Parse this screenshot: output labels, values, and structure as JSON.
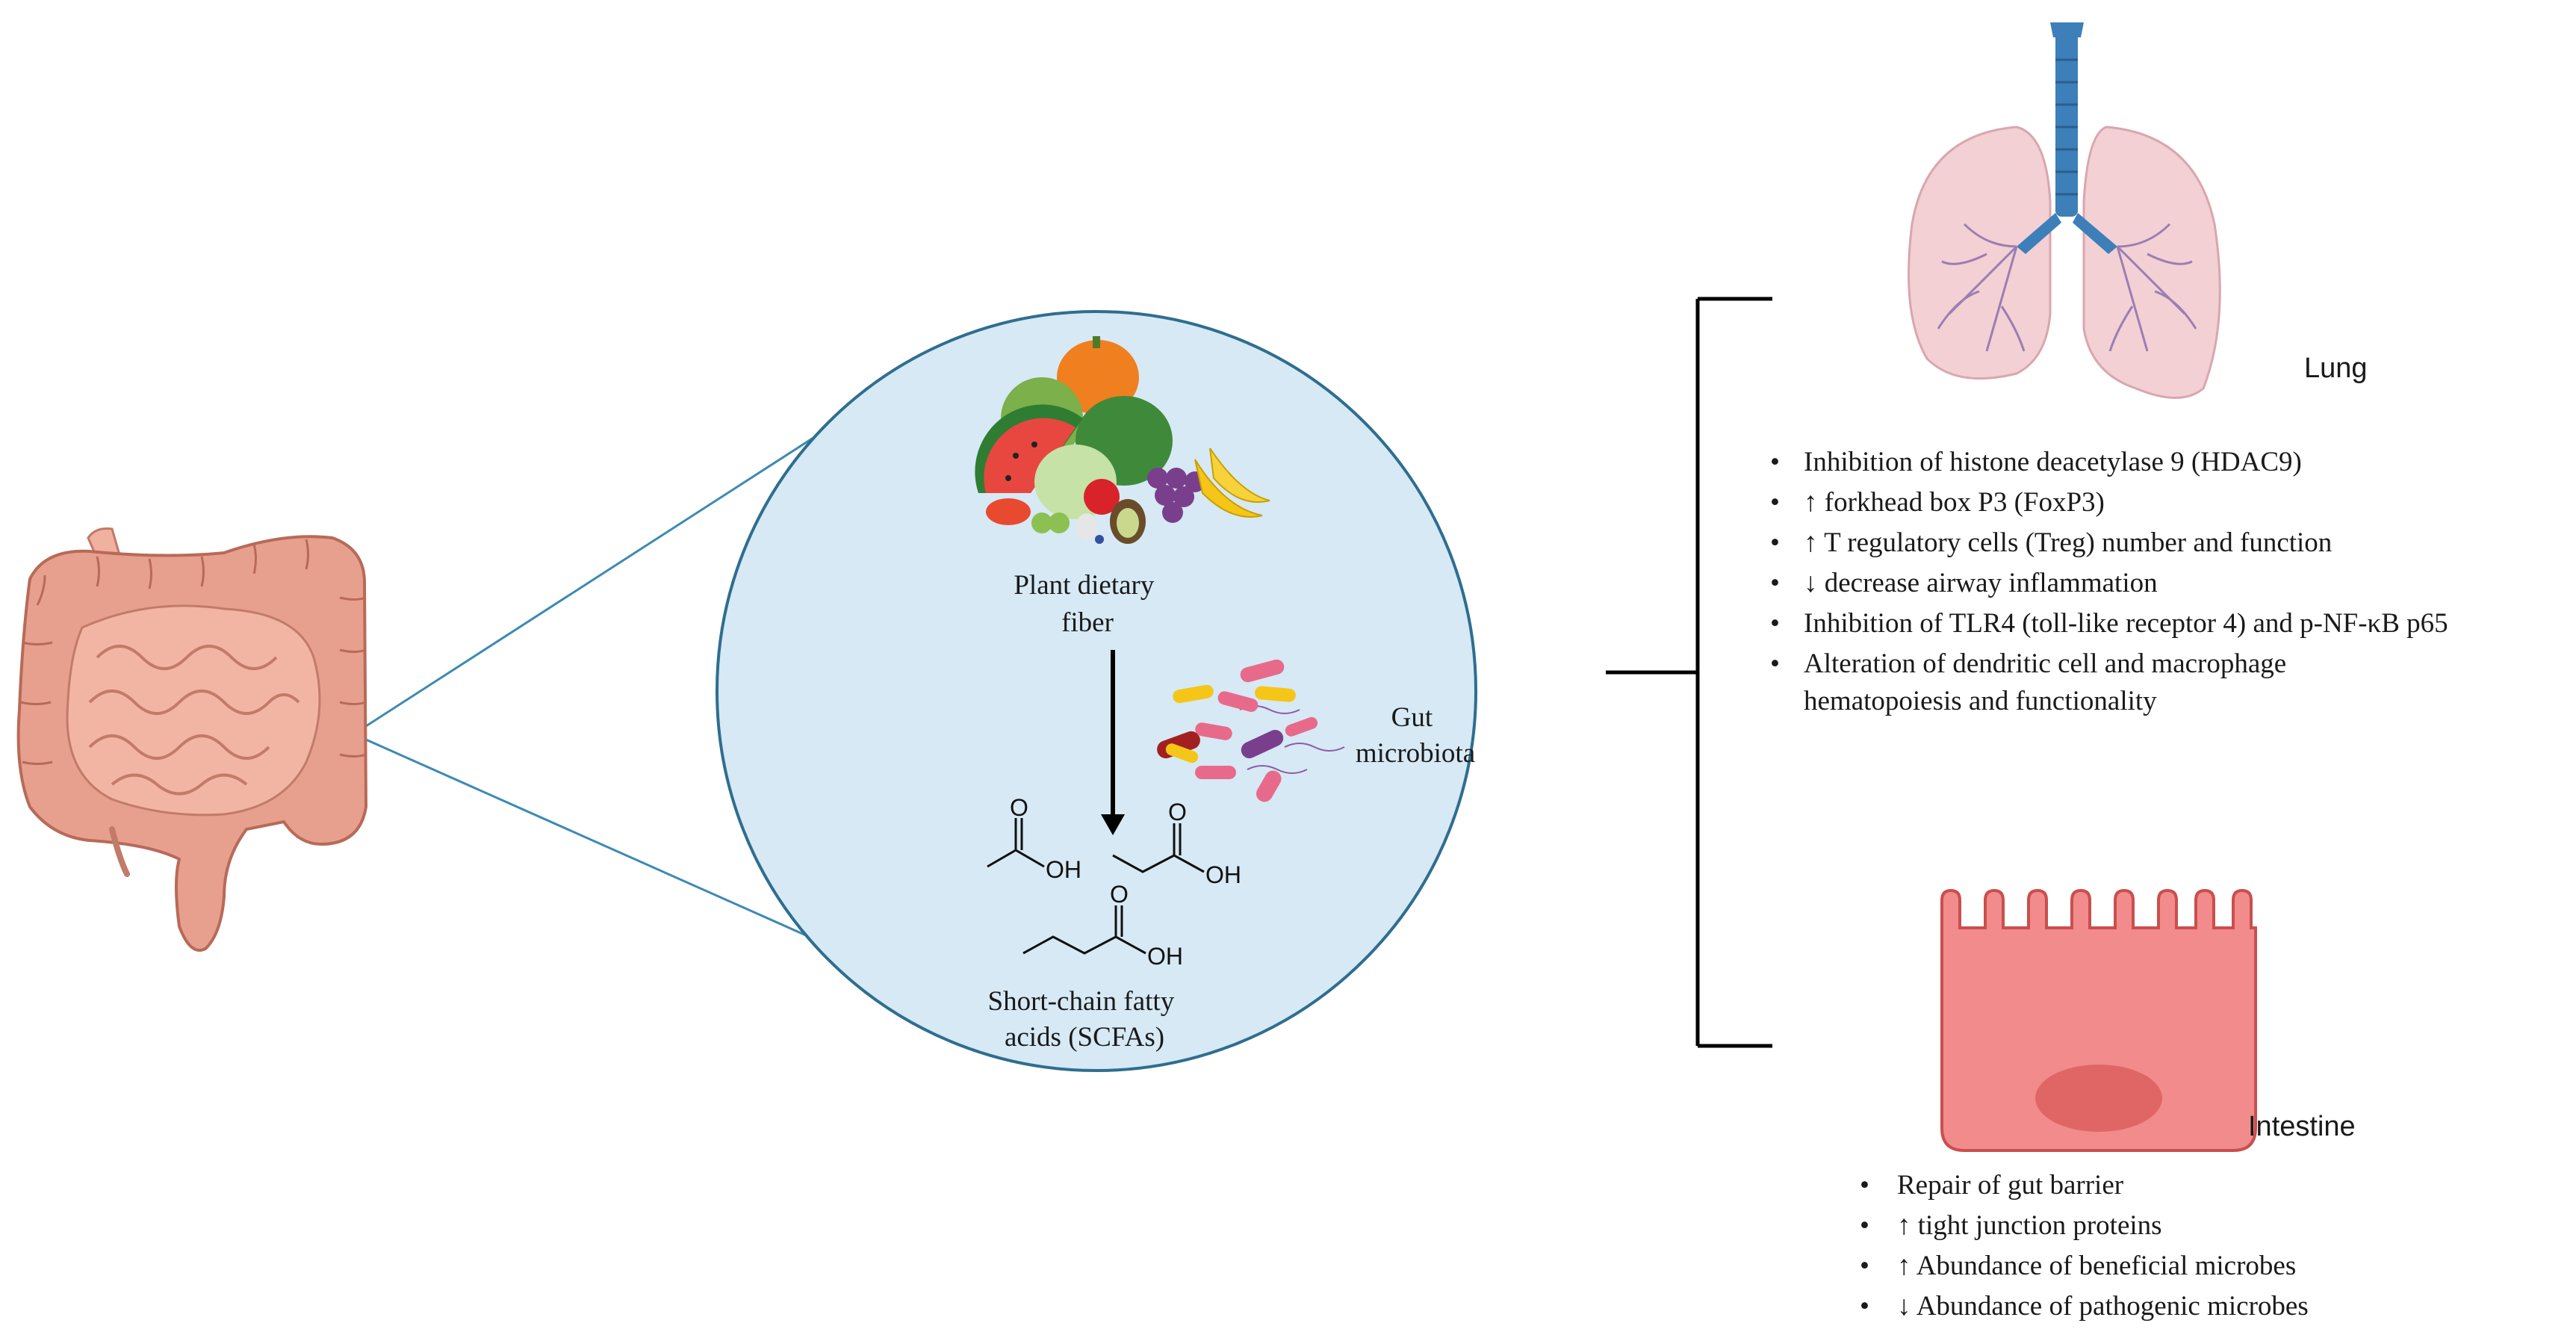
{
  "center": {
    "fiber_label": [
      "Plant dietary",
      "fiber"
    ],
    "microbiota_label": [
      "Gut",
      "microbiota"
    ],
    "scfa_label": [
      "Short-chain fatty",
      "acids (SCFAs)"
    ],
    "chem_labels": {
      "acetate_oh": "OH",
      "propionate_oh": "OH",
      "butyrate_oh": "OH",
      "o1": "O",
      "o2": "O",
      "o3": "O"
    }
  },
  "lung": {
    "title": "Lung",
    "bullets": [
      [
        "Inhibition of histone deacetylase 9 (HDAC9)"
      ],
      [
        "↑ forkhead box P3 (FoxP3)"
      ],
      [
        "↑ T regulatory cells (Treg) number and function"
      ],
      [
        "↓ decrease airway inflammation"
      ],
      [
        "Inhibition of TLR4 (toll-like receptor 4) and p-NF-κB p65"
      ],
      [
        "Alteration of dendritic cell and macrophage",
        "hematopoiesis and functionality"
      ]
    ]
  },
  "intestine": {
    "title": "Intestine",
    "bullets": [
      [
        "Repair of gut barrier"
      ],
      [
        "↑ tight junction proteins"
      ],
      [
        "↑ Abundance of beneficial microbes"
      ],
      [
        "↓ Abundance of pathogenic microbes"
      ]
    ]
  },
  "colors": {
    "circle_fill": "#d6e9f5",
    "circle_stroke": "#2f6e8f",
    "zoom_lines": "#3d8ab3",
    "intestine_pink": "#e8a08e",
    "lung_pink": "#f2d0d4",
    "trachea_blue": "#3d7fb8",
    "epithelial_cell": "#f28b8b",
    "nucleus": "#e06666"
  }
}
